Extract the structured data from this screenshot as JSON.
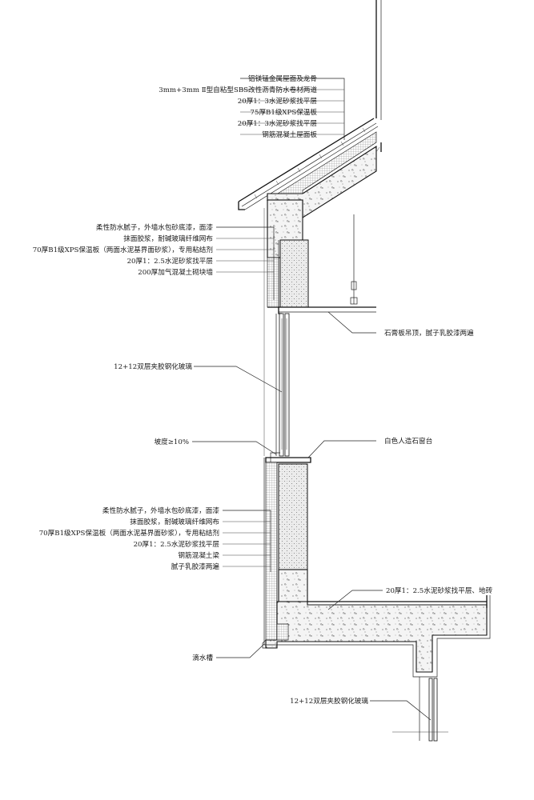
{
  "roof_labels": [
    "铝镁锰金属屋面及龙骨",
    "3mm+3mm Ⅱ型自粘型SBS改性沥青防水卷材两道",
    "20厚1：3水泥砂浆找平层",
    "75厚B1级XPS保温板",
    "20厚1：3水泥砂浆找平层",
    "钢筋混凝土屋面板"
  ],
  "upper_wall_labels": [
    "柔性防水腻子，外墙水包砂底漆，面漆",
    "抹面胶浆，耐碱玻璃纤维网布",
    "70厚B1级XPS保温板（两面水泥基界面砂浆），专用粘结剂",
    "20厚1：2.5水泥砂浆找平层",
    "200厚加气混凝土砌块墙"
  ],
  "ceiling_label": "石膏板吊顶，腻子乳胶漆两遍",
  "glass_upper_label": "12+12双层夹胶钢化玻璃",
  "slope_label": "坡度≥10%",
  "sill_label": "白色人造石窗台",
  "lower_wall_labels": [
    "柔性防水腻子，外墙水包砂底漆，面漆",
    "抹面胶浆，耐碱玻璃纤维网布",
    "70厚B1级XPS保温板（两面水泥基界面砂浆），专用粘结剂",
    "20厚1：2.5水泥砂浆找平层",
    "钢筋混凝土梁",
    "腻子乳胶漆两遍"
  ],
  "floor_label": "20厚1：2.5水泥砂浆找平层、地砖",
  "drip_label": "滴水槽",
  "glass_lower_label": "12+12双层夹胶钢化玻璃"
}
